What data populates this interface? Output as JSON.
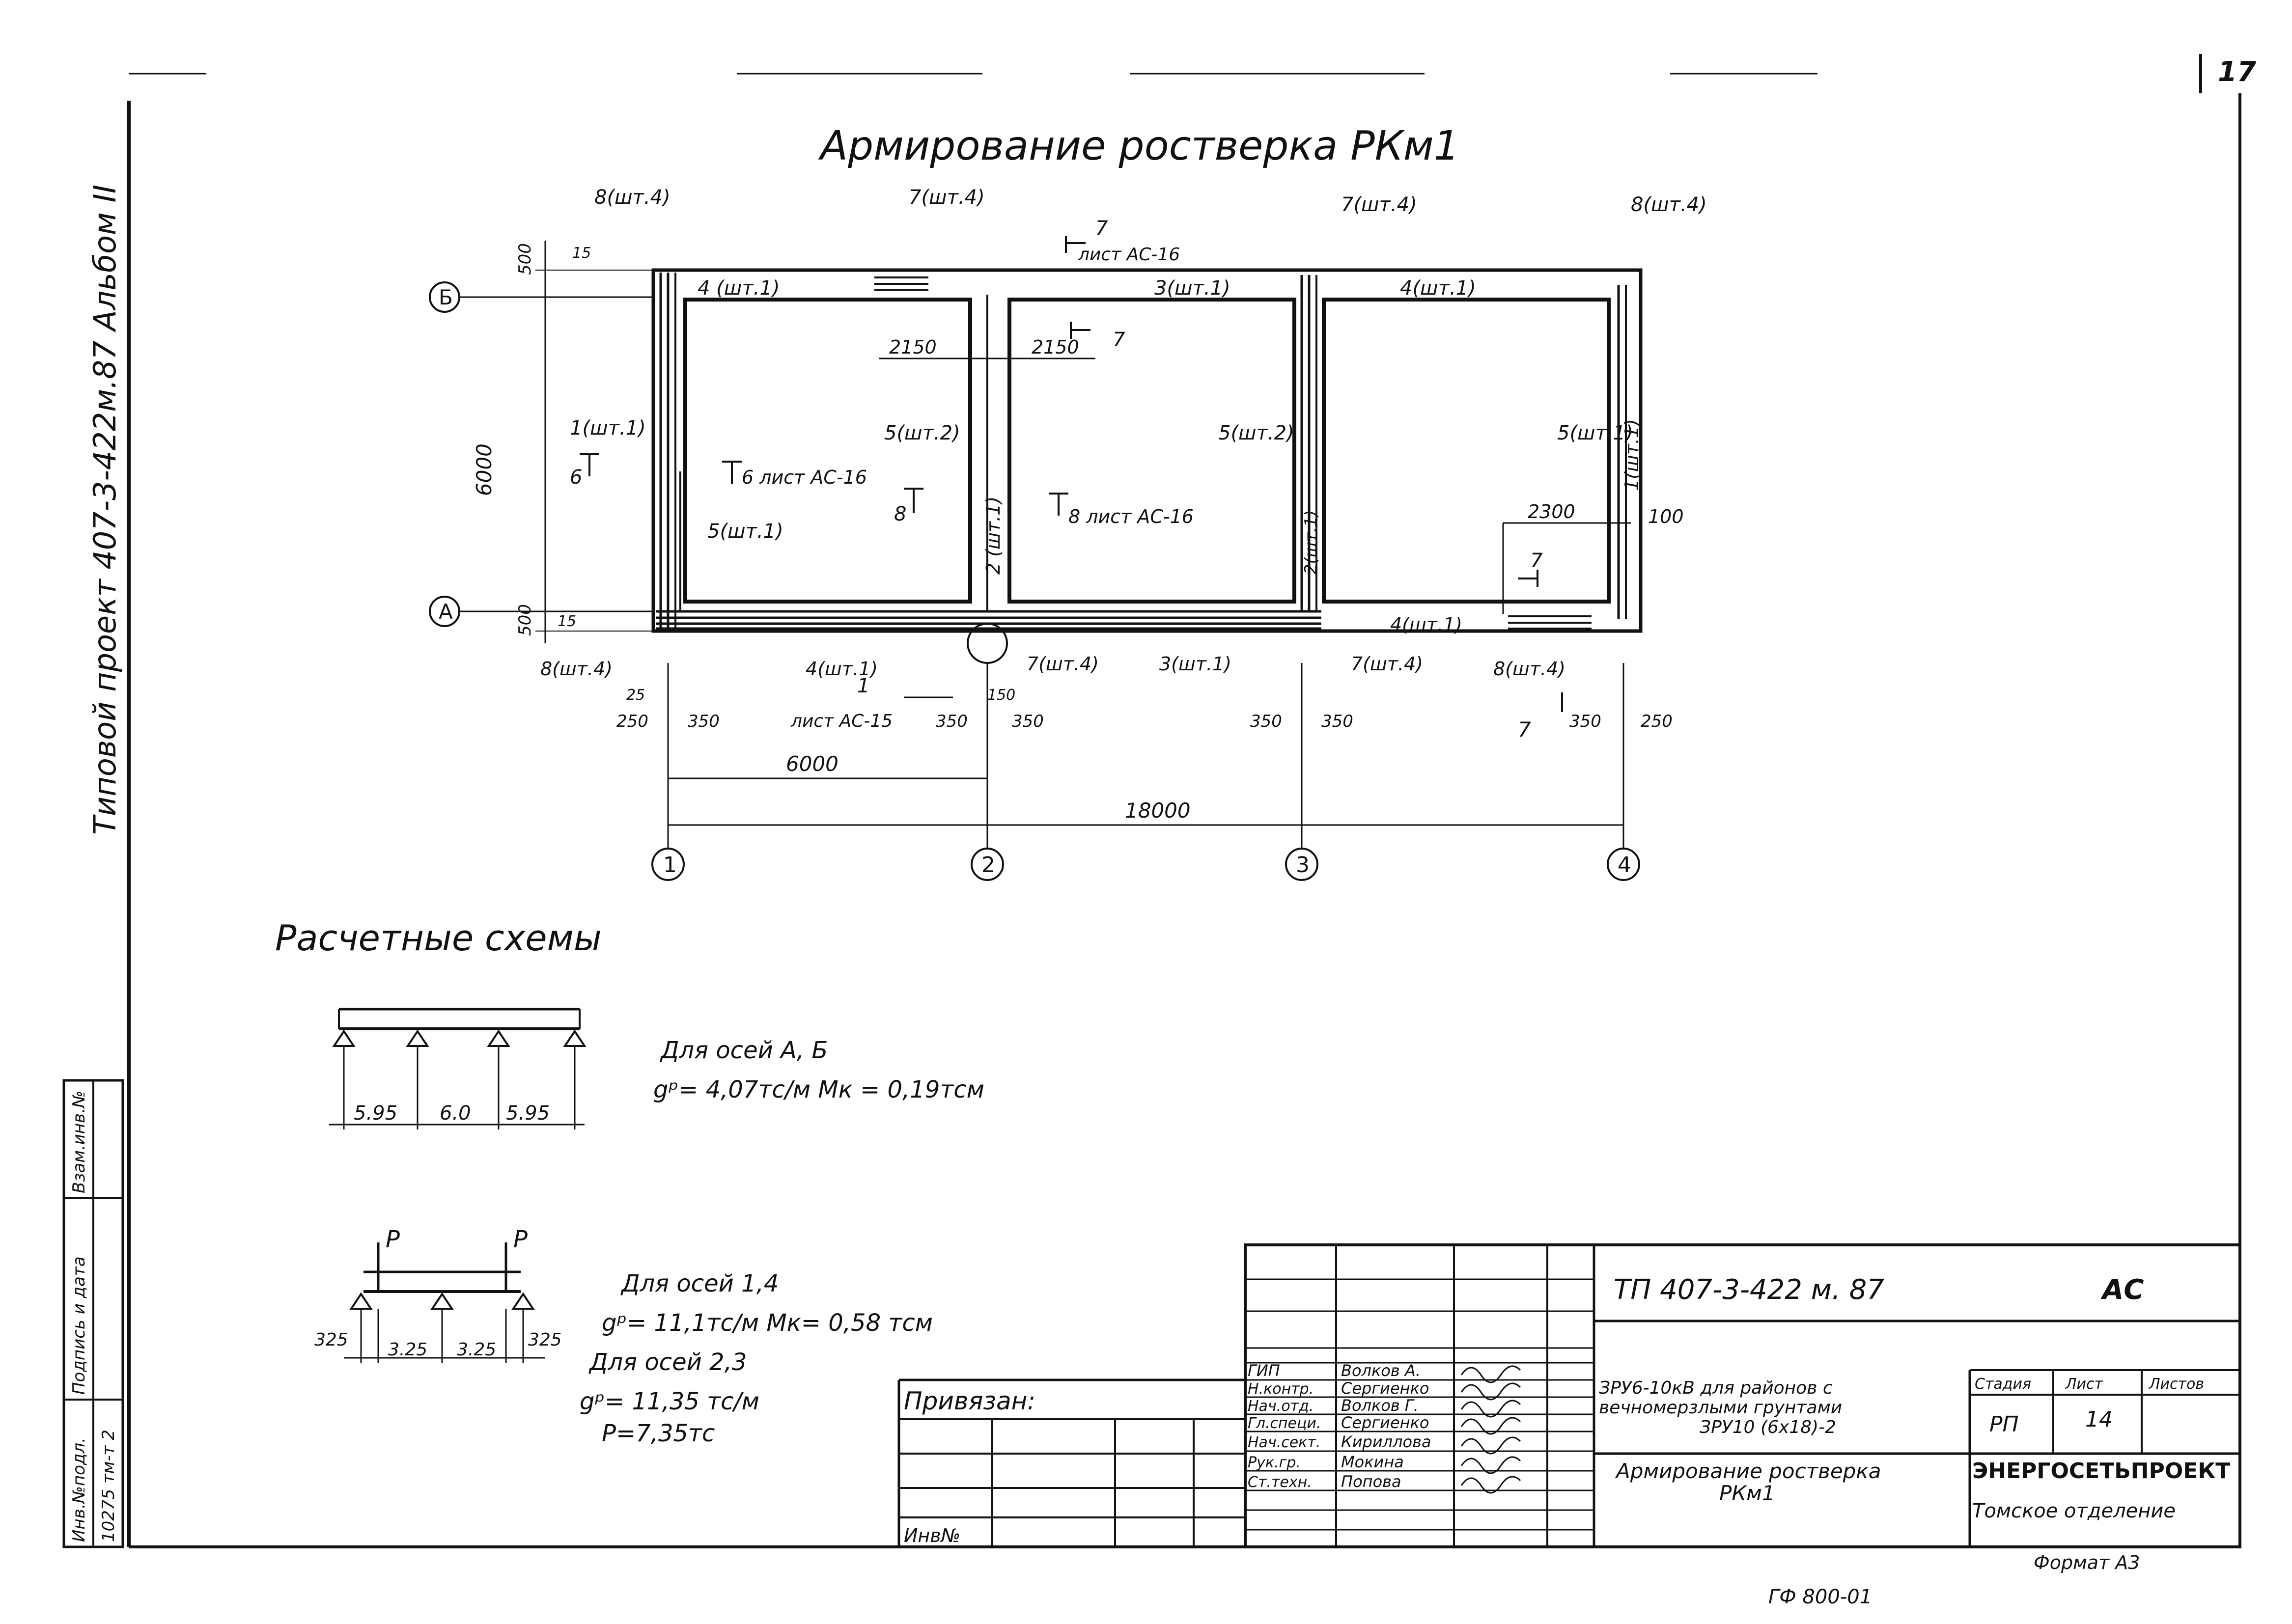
{
  "sheet": {
    "page_number": "17",
    "side_label": "Типовой проект 407-3-422м.87 Альбом II",
    "side_fields": [
      "Инв.№подл.",
      "Подпись и дата",
      "Взам.инв.№"
    ],
    "inv_number": "10275 тм-т 2"
  },
  "drawing": {
    "title": "Армирование ростверка  РКм1",
    "axes_letters": [
      "Б",
      "А"
    ],
    "axes_numbers": [
      "1",
      "2",
      "3",
      "4"
    ],
    "dims": {
      "d500a": "500",
      "d500b": "500",
      "d15a": "15",
      "d15b": "15",
      "d6000": "6000",
      "d2150a": "2150",
      "d2150b": "2150",
      "d2300": "2300",
      "d100": "100",
      "d25": "25",
      "d250a": "250",
      "d350a": "350",
      "d350b": "350",
      "d350c": "350",
      "d350d": "350",
      "d350e": "350",
      "d350f": "350",
      "d250b": "250",
      "d150": "150",
      "d6000b": "6000",
      "d18000": "18000"
    },
    "marks": {
      "m8top1": "8(шт.4)",
      "m7top1": "7(шт.4)",
      "m7top2": "7(шт.4)",
      "m8top2": "8(шт.4)",
      "m4a": "4 (шт.1)",
      "m3a": "3(шт.1)",
      "m4b": "4(шт.1)",
      "m1left": "1(шт.1)",
      "m5a": "5(шт.1)",
      "m5b": "5(шт.2)",
      "m5c": "5(шт.2)",
      "m5d": "5(шт.1)",
      "m2": "2 (шт.1)",
      "m2b": "2(шт.1)",
      "m1right": "1(шт.1)",
      "m8bot1": "8(шт.4)",
      "m4bot": "4(шт.1)",
      "m7bot1": "7(шт.4)",
      "m3bot": "3(шт.1)",
      "m7bot2": "7(шт.4)",
      "m8bot2": "8(шт.4)",
      "m4botr": "4(шт.1)"
    },
    "sections": {
      "s7top": "7",
      "s7topsheet": "лист АС-16",
      "s7mid": "7",
      "s6": "6",
      "s6sheet": "6 лист АС-16",
      "s8": "8",
      "s8sheet": "8 лист АС-16",
      "s7right": "7",
      "s7bot": "7",
      "s1": "1",
      "s1sheet": "лист АС-15"
    }
  },
  "calc": {
    "heading": "Расчетные  схемы",
    "scheme1": {
      "spans": [
        "5.95",
        "6.0",
        "5.95"
      ],
      "l1": "Для осей  А, Б",
      "l2": "gᵖ= 4,07тс/м   Мк = 0,19тсм"
    },
    "scheme2": {
      "load": [
        "P",
        "P"
      ],
      "spans": [
        "325",
        "3.25",
        "3.25",
        "325"
      ],
      "l1": "Для осей  1,4",
      "l2": "gᵖ= 11,1тс/м   Мк= 0,58 тсм",
      "l3": "Для осей  2,3",
      "l4": "gᵖ= 11,35 тс/м",
      "l5": "P=7,35тс"
    }
  },
  "title_block": {
    "project_code": "ТП  407-3-422 м. 87",
    "section": "АС",
    "bound": "Привязан:",
    "inv": "Инв№",
    "roles": [
      "ГИП",
      "Н.контр.",
      "Нач.отд.",
      "Гл.специ.",
      "Нач.сект.",
      "Рук.гр.",
      "Ст.техн."
    ],
    "names": [
      "Волков А.",
      "Сергиенко",
      "Волков Г.",
      "Сергиенко",
      "Кириллова",
      "Мокина",
      "Попова"
    ],
    "object": [
      "ЗРУ6-10кВ для районов с",
      "вечномерзлыми грунтами",
      "ЗРУ10 (6х18)-2"
    ],
    "sheet_title": [
      "Армирование ростверка",
      "РКм1"
    ],
    "stage_label": "Стадия",
    "sheet_label": "Лист",
    "sheets_label": "Листов",
    "stage": "РП",
    "sheet": "14",
    "company": "ЭНЕРГОСЕТЬПРОЕКТ",
    "branch": "Томское отделение",
    "format": "Формат А3",
    "stamp": "ГФ 800-01"
  }
}
